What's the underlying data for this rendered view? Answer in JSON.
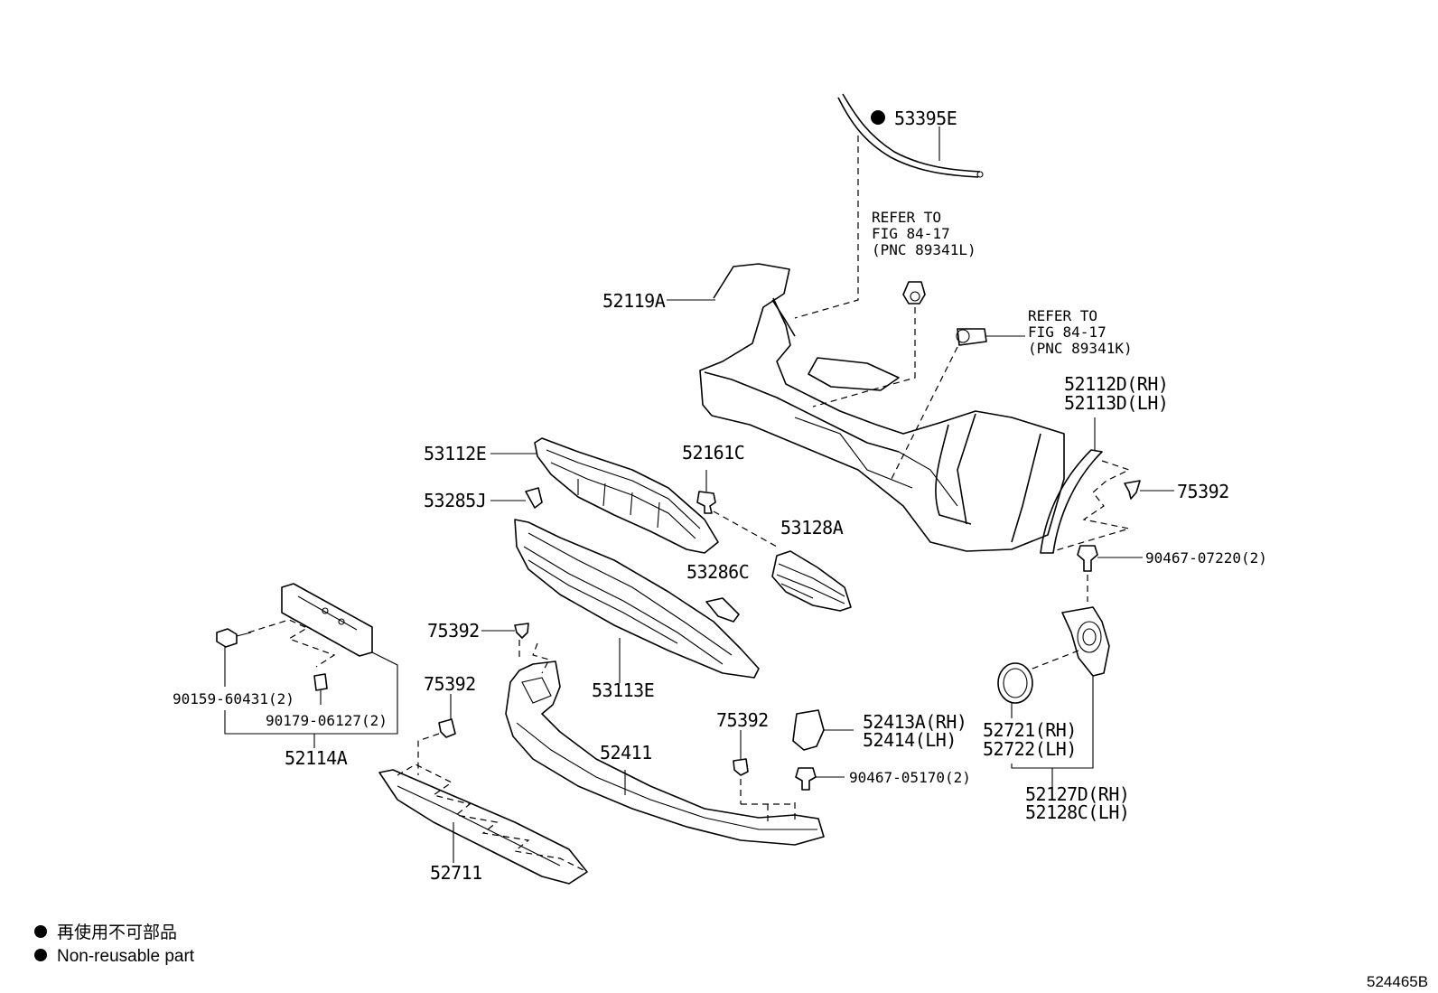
{
  "labels": {
    "p53395E": "53395E",
    "refer1_l1": "REFER TO",
    "refer1_l2": "FIG 84-17",
    "refer1_l3": "(PNC 89341L)",
    "p52119A": "52119A",
    "refer2_l1": "REFER TO",
    "refer2_l2": "FIG 84-17",
    "refer2_l3": "(PNC 89341K)",
    "p52112D": "52112D(RH)",
    "p52113D": "52113D(LH)",
    "p53112E": "53112E",
    "p52161C": "52161C",
    "p53285J": "53285J",
    "p75392_a": "75392",
    "p53128A": "53128A",
    "p90467_07220": "90467-07220(2)",
    "p53286C": "53286C",
    "p75392_b": "75392",
    "p53113E": "53113E",
    "p75392_c": "75392",
    "p90159": "90159-60431(2)",
    "p90179": "90179-06127(2)",
    "p52114A": "52114A",
    "p75392_d": "75392",
    "p52413A": "52413A(RH)",
    "p52414": "52414(LH)",
    "p52411": "52411",
    "p52721": "52721(RH)",
    "p52722": "52722(LH)",
    "p90467_05170": "90467-05170(2)",
    "p52127D": "52127D(RH)",
    "p52128C": "52128C(LH)",
    "p52711": "52711"
  },
  "legend": {
    "line1": "再使用不可部品",
    "line2": "Non-reusable part"
  },
  "figure_code": "524465B"
}
